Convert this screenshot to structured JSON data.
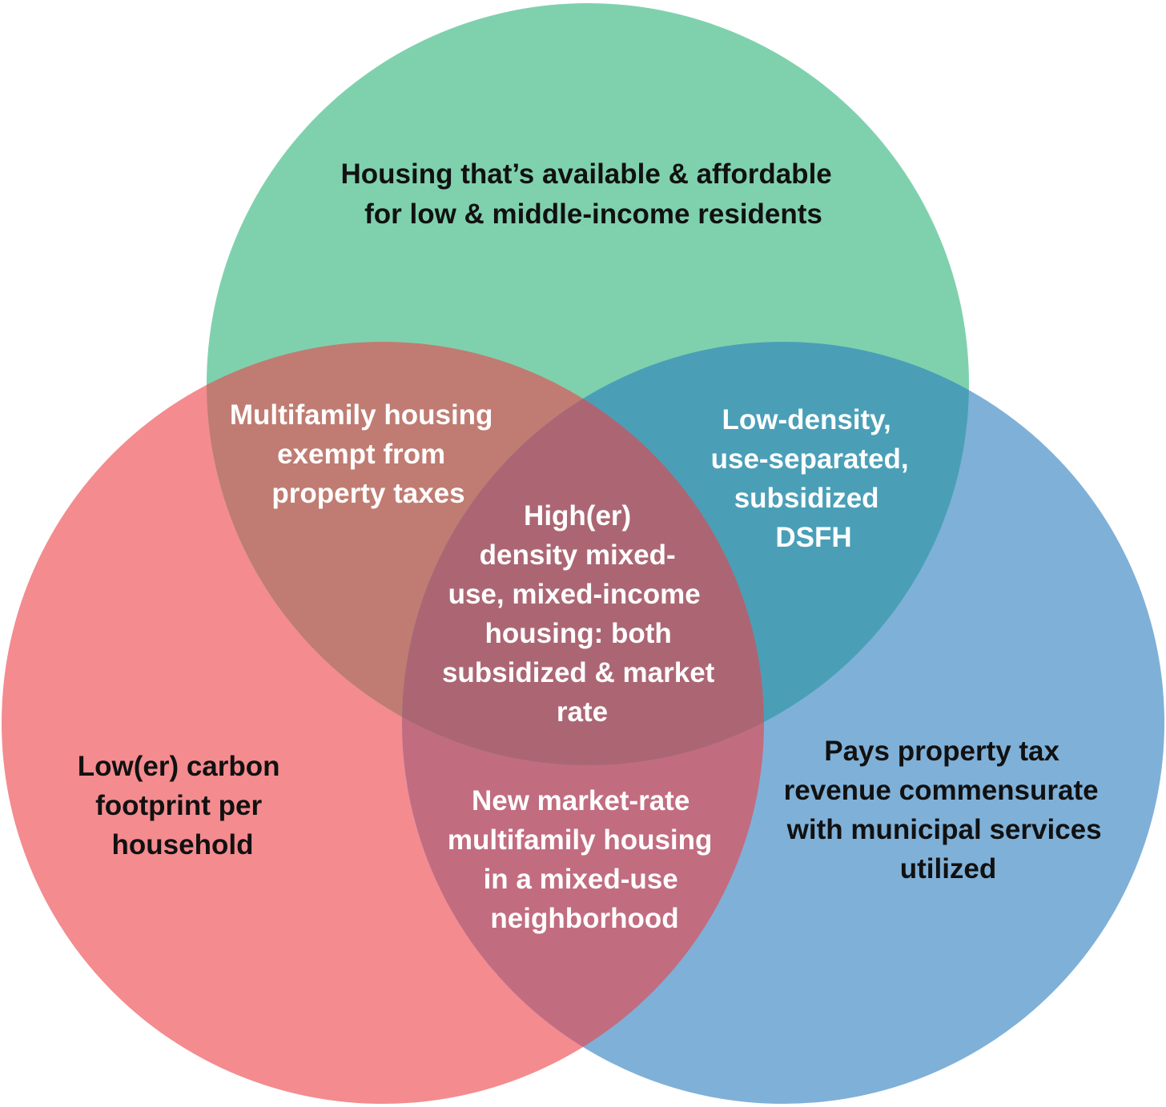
{
  "colors": {
    "top_circle": "#7fd1ae",
    "left_circle": "#f48b8f",
    "right_circle": "#7fb0d8",
    "top_left_overlap": "#c07c72",
    "top_right_overlap": "#4a9fb7",
    "left_right_overlap": "#c26c80",
    "center_overlap": "#ac6673",
    "dark_text": "#111111",
    "light_text": "#ffffff"
  },
  "circles": {
    "top": {
      "lines": [
        "Housing that’s available & affordable",
        "for low & middle-income residents"
      ]
    },
    "left": {
      "lines": [
        "Low(er) carbon",
        "footprint per",
        "household"
      ]
    },
    "right": {
      "lines": [
        "Pays property tax",
        "revenue commensurate",
        "with municipal services",
        "utilized"
      ]
    }
  },
  "overlaps": {
    "top_left": {
      "lines": [
        "Multifamily housing",
        "exempt from",
        "property taxes"
      ]
    },
    "top_right": {
      "lines": [
        "Low-density,",
        "use-separated,",
        "subsidized",
        "DSFH"
      ]
    },
    "left_right": {
      "lines": [
        "New market-rate",
        "multifamily housing",
        "in a mixed-use",
        "neighborhood"
      ]
    },
    "center": {
      "lines": [
        "High(er)",
        "density mixed-",
        "use, mixed-income",
        "housing: both",
        "subsidized & market",
        "rate"
      ]
    }
  }
}
